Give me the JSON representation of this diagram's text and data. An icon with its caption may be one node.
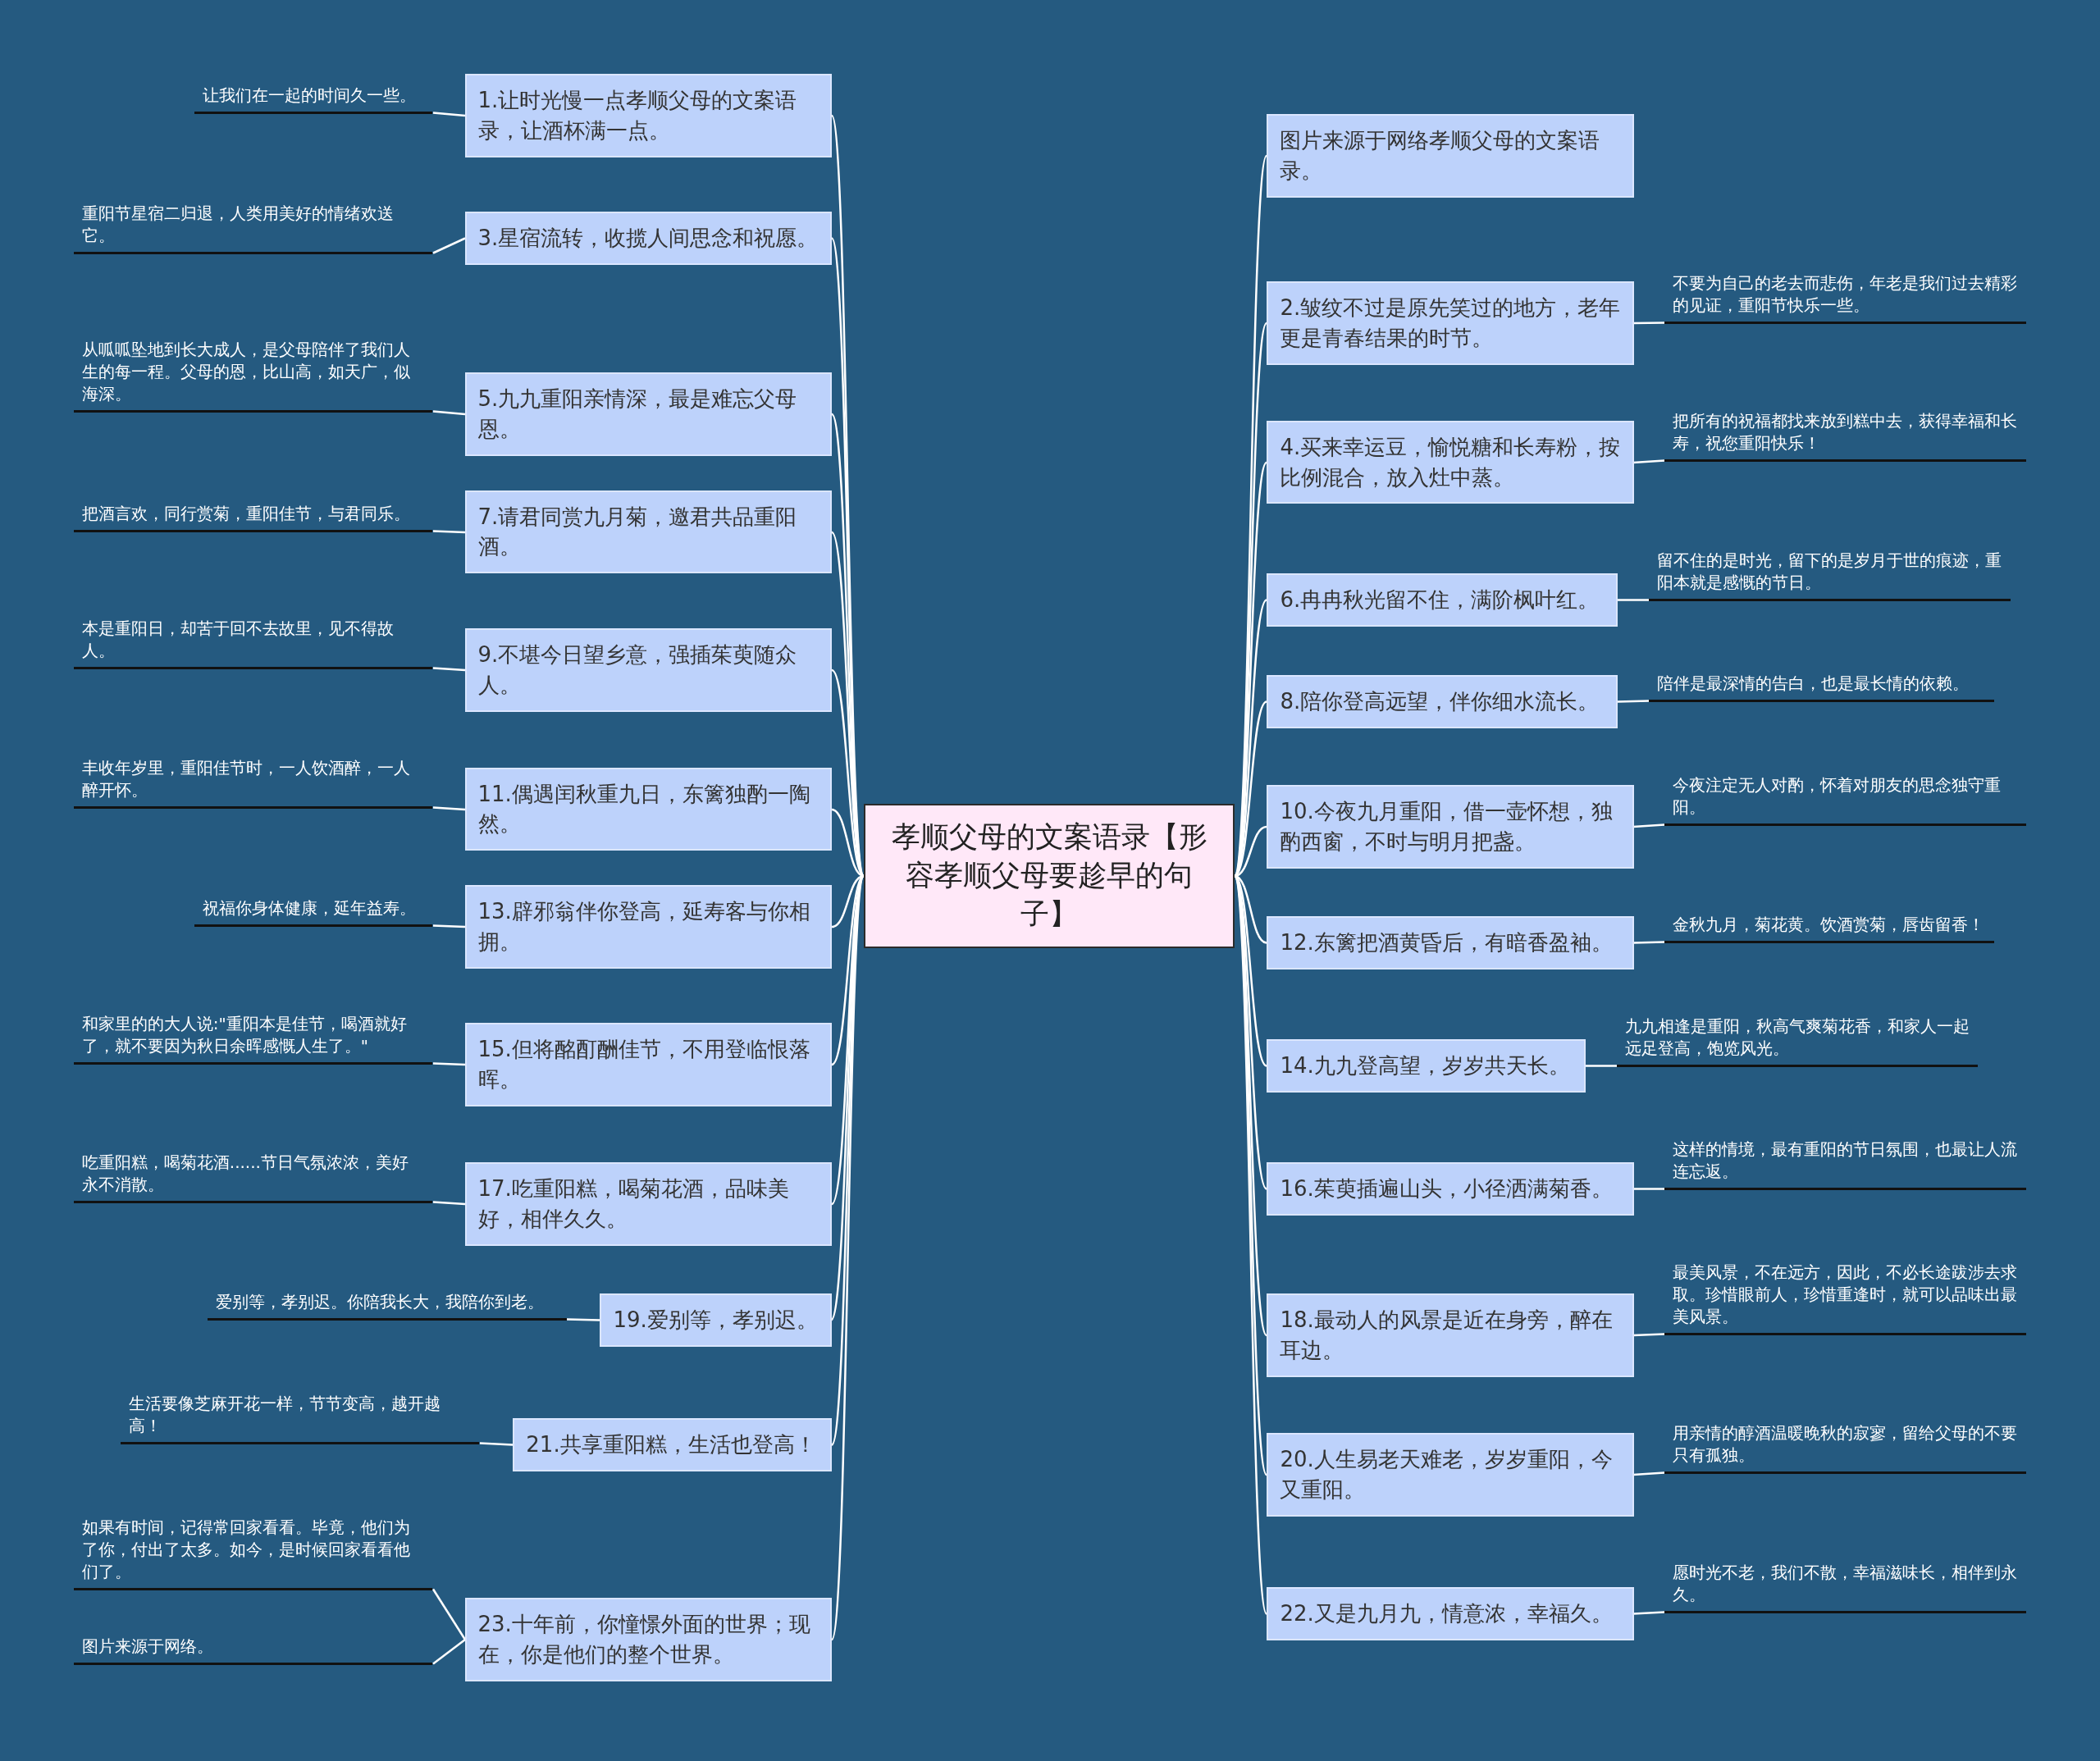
{
  "diagram": {
    "nodes": [
      {
        "text": [
          "孝顺父母的文案语录【形容孝顺父母要趁早的句子】"
        ]
      },
      {
        "text": [
          "1.让时光慢一点孝顺父母的文案语录，让酒杯满一点。"
        ]
      },
      {
        "text": [
          "让我们在一起的时间久一些。"
        ]
      },
      {
        "text": [
          "3.星宿流转，收揽人间思念和祝愿。"
        ]
      },
      {
        "text": [
          "重阳节星宿二归退，人类用美好的情绪欢送它。"
        ]
      },
      {
        "text": [
          "5.九九重阳亲情深，最是难忘父母恩。"
        ]
      },
      {
        "text": [
          "从呱呱坠地到长大成人，是父母陪伴了我们人生的每一程。父母的恩，比山高，如天广，似海深。"
        ]
      },
      {
        "text": [
          "7.请君同赏九月菊，邀君共品重阳酒。"
        ]
      },
      {
        "text": [
          "把酒言欢，同行赏菊，重阳佳节，与君同乐。"
        ]
      },
      {
        "text": [
          "9.不堪今日望乡意，强插茱萸随众人。"
        ]
      },
      {
        "text": [
          "本是重阳日，却苦于回不去故里，见不得故人。"
        ]
      },
      {
        "text": [
          "11.偶遇闰秋重九日，东篱独酌一陶然。"
        ]
      },
      {
        "text": [
          "丰收年岁里，重阳佳节时，一人饮酒醉，一人醉开怀。"
        ]
      },
      {
        "text": [
          "13.辟邪翁伴你登高，延寿客与你相拥。"
        ]
      },
      {
        "text": [
          "祝福你身体健康，延年益寿。"
        ]
      },
      {
        "text": [
          "15.但将酩酊酬佳节，不用登临恨落晖。"
        ]
      },
      {
        "text": [
          "和家里的的大人说:\"重阳本是佳节，喝酒就好了，就不要因为秋日余晖感慨人生了。\""
        ]
      },
      {
        "text": [
          "17.吃重阳糕，喝菊花酒，品味美好，相伴久久。"
        ]
      },
      {
        "text": [
          "吃重阳糕，喝菊花酒......节日气氛浓浓，美好永不消散。"
        ]
      },
      {
        "text": [
          "19.爱别等，孝别迟。"
        ]
      },
      {
        "text": [
          "爱别等，孝别迟。你陪我长大，我陪你到老。"
        ]
      },
      {
        "text": [
          "21.共享重阳糕，生活也登高！"
        ]
      },
      {
        "text": [
          "生活要像芝麻开花一样，节节变高，越开越高！"
        ]
      },
      {
        "text": [
          "23.十年前，你憧憬外面的世界；现在，你是他们的整个世界。"
        ]
      },
      {
        "text": [
          "如果有时间，记得常回家看看。毕竟，他们为了你，付出了太多。如今，是时候回家看看他们了。"
        ]
      },
      {
        "text": [
          "图片来源于网络。"
        ]
      },
      {
        "text": [
          "图片来源于网络孝顺父母的文案语录。"
        ]
      },
      {
        "text": [
          "2.皱纹不过是原先笑过的地方，老年更是青春结果的时节。"
        ]
      },
      {
        "text": [
          "不要为自己的老去而悲伤，年老是我们过去精彩的见证，重阳节快乐一些。"
        ]
      },
      {
        "text": [
          "4.买来幸运豆，愉悦糖和长寿粉，按比例混合，放入灶中蒸。"
        ]
      },
      {
        "text": [
          "把所有的祝福都找来放到糕中去，获得幸福和长寿，祝您重阳快乐！"
        ]
      },
      {
        "text": [
          "6.冉冉秋光留不住，满阶枫叶红。"
        ]
      },
      {
        "text": [
          "留不住的是时光，留下的是岁月于世的痕迹，重阳本就是感慨的节日。"
        ]
      },
      {
        "text": [
          "8.陪你登高远望，伴你细水流长。"
        ]
      },
      {
        "text": [
          "陪伴是最深情的告白，也是最长情的依赖。"
        ]
      },
      {
        "text": [
          "10.今夜九月重阳，借一壶怀想，独酌西窗，不时与明月把盏。"
        ]
      },
      {
        "text": [
          "今夜注定无人对酌，怀着对朋友的思念独守重阳。"
        ]
      },
      {
        "text": [
          "12.东篱把酒黄昏后，有暗香盈袖。"
        ]
      },
      {
        "text": [
          "金秋九月，菊花黄。饮酒赏菊，唇齿留香！"
        ]
      },
      {
        "text": [
          "14.九九登高望，岁岁共天长。"
        ]
      },
      {
        "text": [
          "九九相逢是重阳，秋高气爽菊花香，和家人一起远足登高，饱览风光。"
        ]
      },
      {
        "text": [
          "16.茱萸插遍山头，小径洒满菊香。"
        ]
      },
      {
        "text": [
          "这样的情境，最有重阳的节日氛围，也最让人流连忘返。"
        ]
      },
      {
        "text": [
          "18.最动人的风景是近在身旁，醉在耳边。"
        ]
      },
      {
        "text": [
          "最美风景，不在远方，因此，不必长途跋涉去求取。珍惜眼前人，珍惜重逢时，就可以品味出最美风景。"
        ]
      },
      {
        "text": [
          "20.人生易老天难老，岁岁重阳，今又重阳。"
        ]
      },
      {
        "text": [
          "用亲情的醇酒温暖晚秋的寂寥，留给父母的不要只有孤独。"
        ]
      },
      {
        "text": [
          "22.又是九月九，情意浓，幸福久。"
        ]
      },
      {
        "text": [
          "愿时光不老，我们不散，幸福滋味长，相伴到永久。"
        ]
      }
    ],
    "edges": [
      {
        "from": 0,
        "to": 1,
        "arrow": "none"
      },
      {
        "from": 1,
        "to": 2,
        "arrow": "none"
      },
      {
        "from": 0,
        "to": 3,
        "arrow": "none"
      },
      {
        "from": 3,
        "to": 4,
        "arrow": "none"
      },
      {
        "from": 0,
        "to": 5,
        "arrow": "none"
      },
      {
        "from": 5,
        "to": 6,
        "arrow": "none"
      },
      {
        "from": 0,
        "to": 7,
        "arrow": "none"
      },
      {
        "from": 7,
        "to": 8,
        "arrow": "none"
      },
      {
        "from": 0,
        "to": 9,
        "arrow": "none"
      },
      {
        "from": 9,
        "to": 10,
        "arrow": "none"
      },
      {
        "from": 0,
        "to": 11,
        "arrow": "none"
      },
      {
        "from": 11,
        "to": 12,
        "arrow": "none"
      },
      {
        "from": 0,
        "to": 13,
        "arrow": "none"
      },
      {
        "from": 13,
        "to": 14,
        "arrow": "none"
      },
      {
        "from": 0,
        "to": 15,
        "arrow": "none"
      },
      {
        "from": 15,
        "to": 16,
        "arrow": "none"
      },
      {
        "from": 0,
        "to": 17,
        "arrow": "none"
      },
      {
        "from": 17,
        "to": 18,
        "arrow": "none"
      },
      {
        "from": 0,
        "to": 19,
        "arrow": "none"
      },
      {
        "from": 19,
        "to": 20,
        "arrow": "none"
      },
      {
        "from": 0,
        "to": 21,
        "arrow": "none"
      },
      {
        "from": 21,
        "to": 22,
        "arrow": "none"
      },
      {
        "from": 0,
        "to": 23,
        "arrow": "none"
      },
      {
        "from": 23,
        "to": 24,
        "arrow": "none"
      },
      {
        "from": 23,
        "to": 25,
        "arrow": "none"
      },
      {
        "from": 0,
        "to": 26,
        "arrow": "none"
      },
      {
        "from": 0,
        "to": 27,
        "arrow": "none"
      },
      {
        "from": 27,
        "to": 28,
        "arrow": "none"
      },
      {
        "from": 0,
        "to": 29,
        "arrow": "none"
      },
      {
        "from": 29,
        "to": 30,
        "arrow": "none"
      },
      {
        "from": 0,
        "to": 31,
        "arrow": "none"
      },
      {
        "from": 31,
        "to": 32,
        "arrow": "none"
      },
      {
        "from": 0,
        "to": 33,
        "arrow": "none"
      },
      {
        "from": 33,
        "to": 34,
        "arrow": "none"
      },
      {
        "from": 0,
        "to": 35,
        "arrow": "none"
      },
      {
        "from": 35,
        "to": 36,
        "arrow": "none"
      },
      {
        "from": 0,
        "to": 37,
        "arrow": "none"
      },
      {
        "from": 37,
        "to": 38,
        "arrow": "none"
      },
      {
        "from": 0,
        "to": 39,
        "arrow": "none"
      },
      {
        "from": 39,
        "to": 40,
        "arrow": "none"
      },
      {
        "from": 0,
        "to": 41,
        "arrow": "none"
      },
      {
        "from": 41,
        "to": 42,
        "arrow": "none"
      },
      {
        "from": 0,
        "to": 43,
        "arrow": "none"
      },
      {
        "from": 43,
        "to": 44,
        "arrow": "none"
      },
      {
        "from": 0,
        "to": 45,
        "arrow": "none"
      },
      {
        "from": 45,
        "to": 46,
        "arrow": "none"
      },
      {
        "from": 0,
        "to": 47,
        "arrow": "none"
      },
      {
        "from": 47,
        "to": 48,
        "arrow": "none"
      }
    ]
  }
}
